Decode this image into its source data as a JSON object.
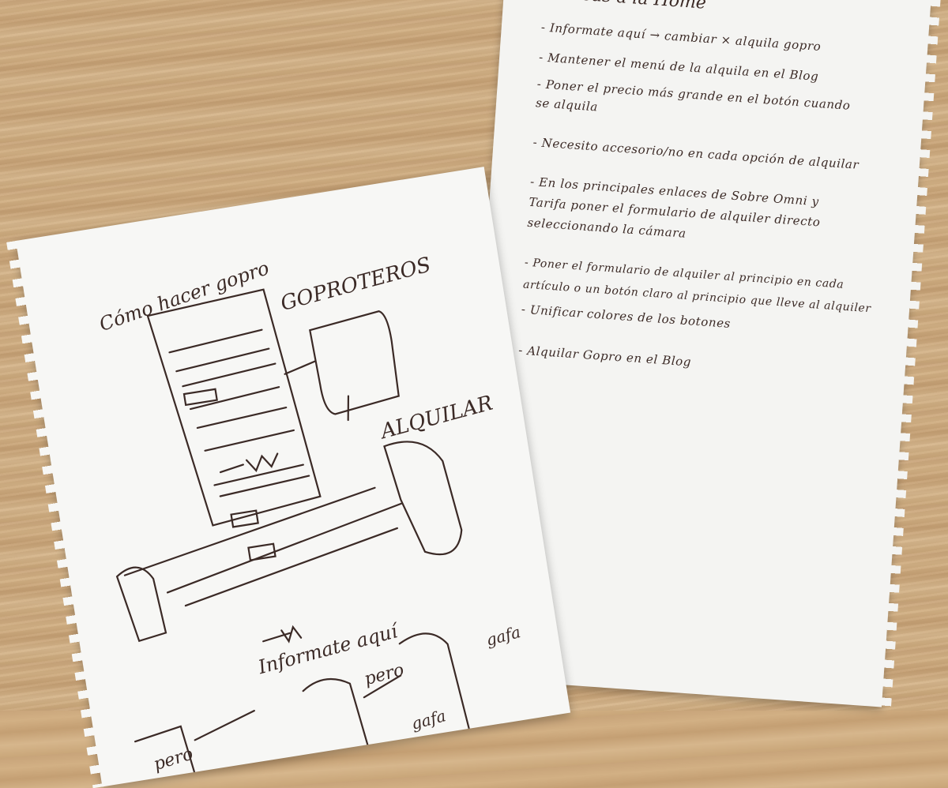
{
  "notes": {
    "title": "Cosas a la Home",
    "items": [
      "- Informate aquí → cambiar × alquila gopro",
      "- Mantener el menú de la alquila en el Blog",
      "- Poner el precio más grande en el botón cuando",
      "  se alquila",
      "- Necesito accesorio/no en cada opción de alquilar",
      "- En los principales enlaces de Sobre Omni y",
      "  Tarifa poner el formulario de alquiler directo",
      "  seleccionando la cámara",
      "- Poner el formulario de alquiler al principio en cada",
      "  artículo o un botón claro al principio que lleve al alquiler",
      "- Unificar colores de los botones",
      "- Alquilar Gopro en el Blog"
    ]
  },
  "sketch": {
    "title_left": "Cómo hacer gopro",
    "label_gopro": "GOPROTEROS",
    "label_alquilar": "ALQUILAR",
    "label_info": "Informate aquí",
    "label_pero_1": "pero",
    "label_pero_2": "pero",
    "label_gafa_1": "gafa",
    "label_gafa_2": "gafa"
  },
  "colors": {
    "ink": "#3b2a26",
    "paper": "#f6f6f4",
    "desk": "#cfac80"
  }
}
